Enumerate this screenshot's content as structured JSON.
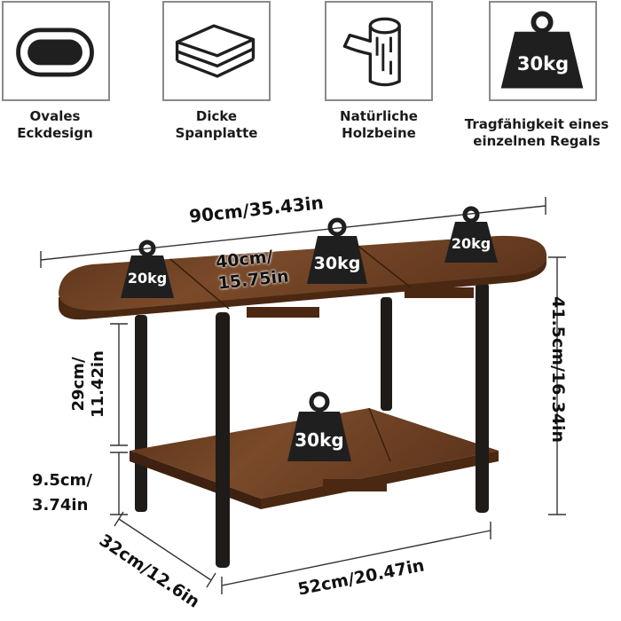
{
  "features": [
    {
      "icon": "oval-shape-icon",
      "label_lines": [
        "Ovales",
        "Eckdesign"
      ]
    },
    {
      "icon": "stacked-boards-icon",
      "label_lines": [
        "Dicke",
        "Spanplatte"
      ]
    },
    {
      "icon": "wood-log-icon",
      "label_lines": [
        "Natürliche",
        "Holzbeine"
      ]
    },
    {
      "icon": "weight-icon",
      "weight": "30kg",
      "label_lines": [
        "Tragfähigkeit eines",
        "einzelnen Regals"
      ]
    }
  ],
  "weights": {
    "left_top": "20kg",
    "center_top": "30kg",
    "right_top": "20kg",
    "bottom_shelf": "30kg"
  },
  "dimensions": {
    "length": "90cm/35.43in",
    "top_depth_line1": "40cm/",
    "top_depth_line2": "15.75in",
    "shelf_gap_line1": "29cm/",
    "shelf_gap_line2": "11.42in",
    "ground_clearance_line1": "9.5cm/",
    "ground_clearance_line2": "3.74in",
    "total_height": "41.5cm/16.34in",
    "depth": "32cm/12.6in",
    "width": "52cm/20.47in"
  },
  "colors": {
    "wood": "#6e3f22",
    "wood_dark": "#4a2812",
    "leg": "#1e1b19",
    "weight_icon": "#1f1f1f",
    "frame": "#8a8a8a"
  }
}
